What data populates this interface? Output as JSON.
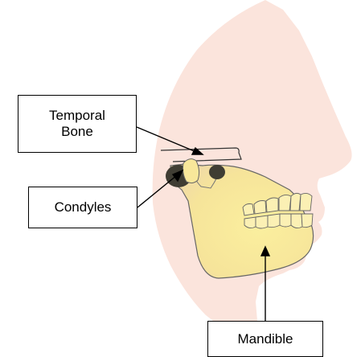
{
  "labels": {
    "temporal_bone": {
      "line1": "Temporal",
      "line2": "Bone"
    },
    "condyles": "Condyles",
    "mandible": "Mandible"
  },
  "colors": {
    "skin": "#fbe4dc",
    "bone": "#f8e79a",
    "bone_outline": "#555555",
    "condyle": "#3f3d33",
    "outline": "#000000"
  }
}
